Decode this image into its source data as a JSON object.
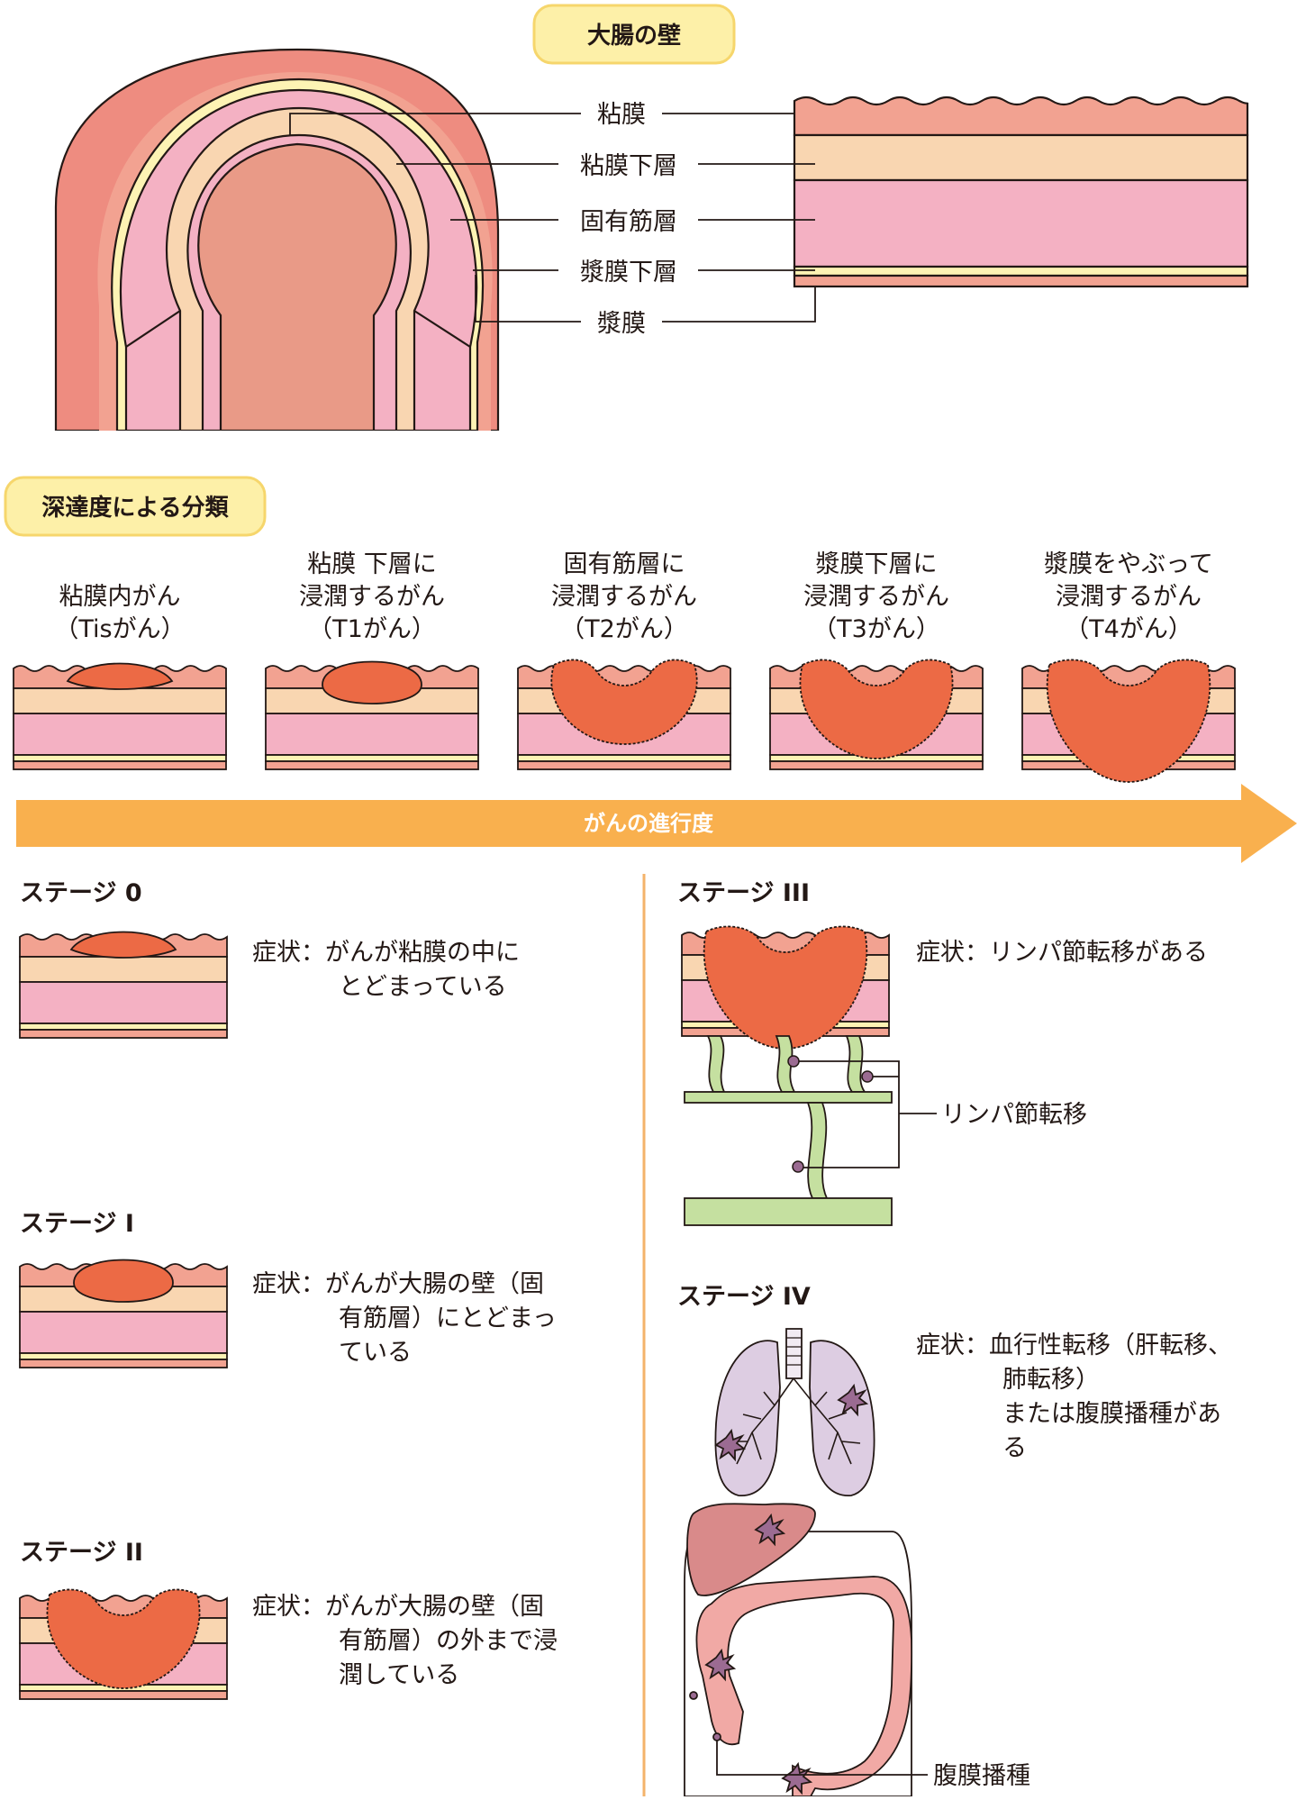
{
  "wall_section": {
    "title": "大腸の壁",
    "layers": [
      "粘膜",
      "粘膜下層",
      "固有筋層",
      "漿膜下層",
      "漿膜"
    ]
  },
  "depth_section": {
    "title": "深達度による分類",
    "columns": [
      {
        "lines": [
          "粘膜内がん",
          "（Tisがん）"
        ]
      },
      {
        "lines": [
          "粘膜 下層に",
          "浸潤するがん",
          "（T1がん）"
        ]
      },
      {
        "lines": [
          "固有筋層に",
          "浸潤するがん",
          "（T2がん）"
        ]
      },
      {
        "lines": [
          "漿膜下層に",
          "浸潤するがん",
          "（T3がん）"
        ]
      },
      {
        "lines": [
          "漿膜をやぶって",
          "浸潤するがん",
          "（T4がん）"
        ]
      }
    ],
    "arrow_label": "がんの進行度"
  },
  "stages": {
    "stage0": {
      "title": "ステージ 0",
      "symptom": [
        "症状：がんが粘膜の中に",
        "とどまっている"
      ]
    },
    "stage1": {
      "title": "ステージ I",
      "symptom": [
        "症状：がんが大腸の壁（固",
        "有筋層）にとどまっ",
        "ている"
      ]
    },
    "stage2": {
      "title": "ステージ II",
      "symptom": [
        "症状：がんが大腸の壁（固",
        "有筋層）の外まで浸",
        "潤している"
      ]
    },
    "stage3": {
      "title": "ステージ III",
      "symptom": [
        "症状：リンパ節転移がある"
      ],
      "callout": "リンパ節転移"
    },
    "stage4": {
      "title": "ステージ IV",
      "symptom": [
        "症状：血行性転移（肝転移、",
        "肺転移）",
        "または腹膜播種があ",
        "る"
      ],
      "callout": "腹膜播種"
    }
  },
  "colors": {
    "mucosa": "#f2a291",
    "submucosa": "#f9d6b1",
    "muscle": "#f4b1c3",
    "serosa_yellow": "#fdf3b4",
    "outer": "#ee8c80",
    "lumen": "#e99a87",
    "tumor": "#ec6a45",
    "pill": "#fdf0a8",
    "pill_border": "#f6d66c",
    "arrow": "#f9b04e",
    "lymph": "#c5e0a0",
    "lung": "#ddcde2",
    "liver": "#d98a8a",
    "colon": "#f1a9a5",
    "node": "#9b6b92"
  }
}
